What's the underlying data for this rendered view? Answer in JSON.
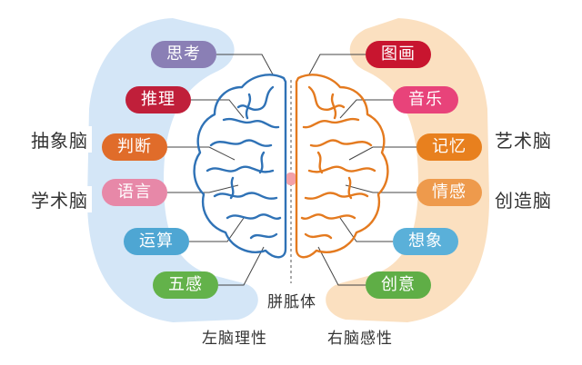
{
  "left_hemisphere": {
    "group_labels": [
      "抽象脑",
      "学术脑"
    ],
    "items": [
      {
        "label": "思考",
        "color": "#8A7FB5"
      },
      {
        "label": "推理",
        "color": "#C01F3A"
      },
      {
        "label": "判断",
        "color": "#E06C2A"
      },
      {
        "label": "语言",
        "color": "#E788A8"
      },
      {
        "label": "运算",
        "color": "#4EA6D3"
      },
      {
        "label": "五感",
        "color": "#63B24A"
      }
    ],
    "caption": "左脑理性",
    "band_color": "#D4E6F7",
    "brain_color": "#2F72B6"
  },
  "right_hemisphere": {
    "group_labels": [
      "艺术脑",
      "创造脑"
    ],
    "items": [
      {
        "label": "图画",
        "color": "#C8152F"
      },
      {
        "label": "音乐",
        "color": "#E8437A"
      },
      {
        "label": "记忆",
        "color": "#E8801E"
      },
      {
        "label": "情感",
        "color": "#EE9A4C"
      },
      {
        "label": "想象",
        "color": "#5AB0D9"
      },
      {
        "label": "创意",
        "color": "#5FAE46"
      }
    ],
    "caption": "右脑感性",
    "band_color": "#FBE0C0",
    "brain_color": "#E47A1F"
  },
  "center_label": "胼胝体"
}
